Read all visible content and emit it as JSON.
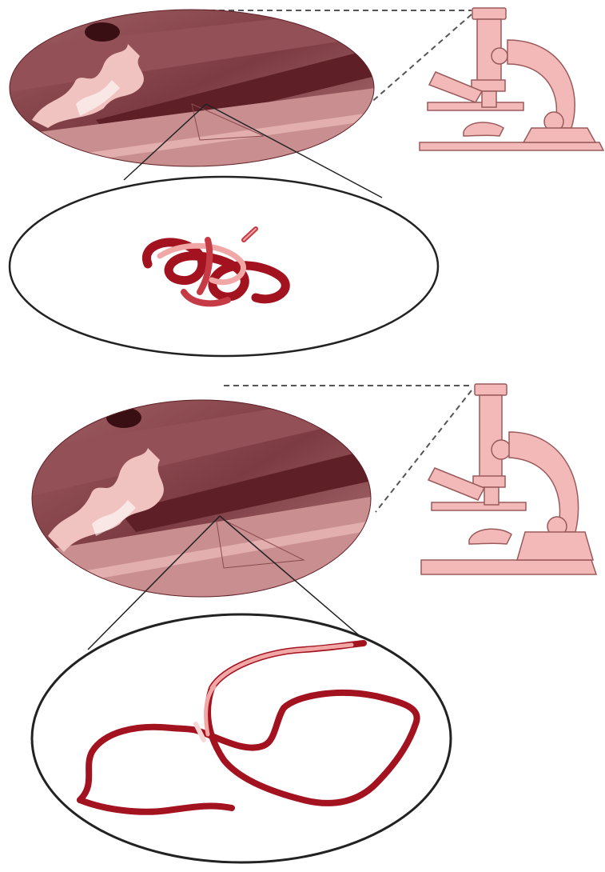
{
  "figure": {
    "panels": [
      {
        "state": "folded",
        "icons": [
          "microscope-icon",
          "tissue-micrograph",
          "folded-protein-ribbon"
        ]
      },
      {
        "state": "unfolded",
        "icons": [
          "microscope-icon",
          "tissue-micrograph",
          "unfolded-protein-strand"
        ]
      }
    ]
  },
  "colors": {
    "background": "#ffffff",
    "microscope_fill": "#f3b9b9",
    "microscope_stroke": "#9a5a5a",
    "tissue_dark": "#5e1f26",
    "tissue_mid": "#8a4a50",
    "tissue_light": "#e8b5b3",
    "protein_dark": "#a3121f",
    "protein_light": "#f2a7a7",
    "outline": "#222222"
  }
}
